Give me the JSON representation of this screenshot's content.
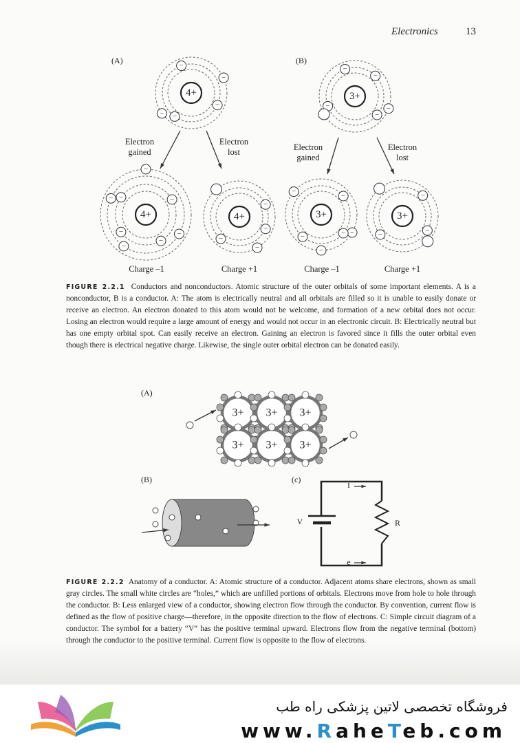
{
  "header": {
    "title": "Electronics",
    "page_number": "13"
  },
  "figure1": {
    "panel_a": "(A)",
    "panel_b": "(B)",
    "a_center": "4+",
    "b_center": "3+",
    "gained": "Electron\ngained",
    "lost": "Electron\nlost",
    "charge_neg": "Charge –1",
    "charge_pos": "Charge +1",
    "electron_sign": "–",
    "caption_label": "FIGURE 2.2.1",
    "caption_text": "Conductors and nonconductors. Atomic structure of the outer orbitals of some important elements. A is a nonconductor, B is a conductor. A: The atom is electrically neutral and all orbitals are filled so it is unable to easily donate or receive an electron. An electron donated to this atom would not be welcome, and formation of a new orbital does not occur. Losing an electron would require a large amount of energy and would not occur in an electronic circuit. B: Electrically neutral but has one empty orbital spot. Can easily receive an electron. Gaining an electron is favored since it fills the outer orbital even though there is electrical negative charge. Likewise, the single outer orbital electron can be donated easily."
  },
  "figure2": {
    "panel_a": "(A)",
    "panel_b": "(B)",
    "panel_c": "(c)",
    "lattice_label": "3+",
    "current_label": "I",
    "electron_label": "e",
    "battery_label": "V",
    "resistor_label": "R",
    "caption_label": "FIGURE 2.2.2",
    "caption_text": "Anatomy of a conductor. A: Atomic structure of a conductor. Adjacent atoms share electrons, shown as small gray circles. The small white circles are “holes,” which are unfilled portions of orbitals. Electrons move from hole to hole through the conductor. B: Less enlarged view of a conductor, showing electron flow through the conductor. By convention, current flow is defined as the flow of positive charge—therefore, in the opposite direction to the flow of electrons. C: Simple circuit diagram of a conductor. The symbol for a battery “V” has the positive terminal upward. Electrons flow from the negative terminal (bottom) through the conductor to the positive terminal. Current flow is opposite to the flow of electrons."
  },
  "banner": {
    "persian": "فروشگاه تخصصی لاتین پزشکی  راه طب",
    "url_prefix": "www.",
    "url_brand_1": "R",
    "url_middle": "ahe",
    "url_brand_2": "T",
    "url_suffix": "eb.com"
  }
}
